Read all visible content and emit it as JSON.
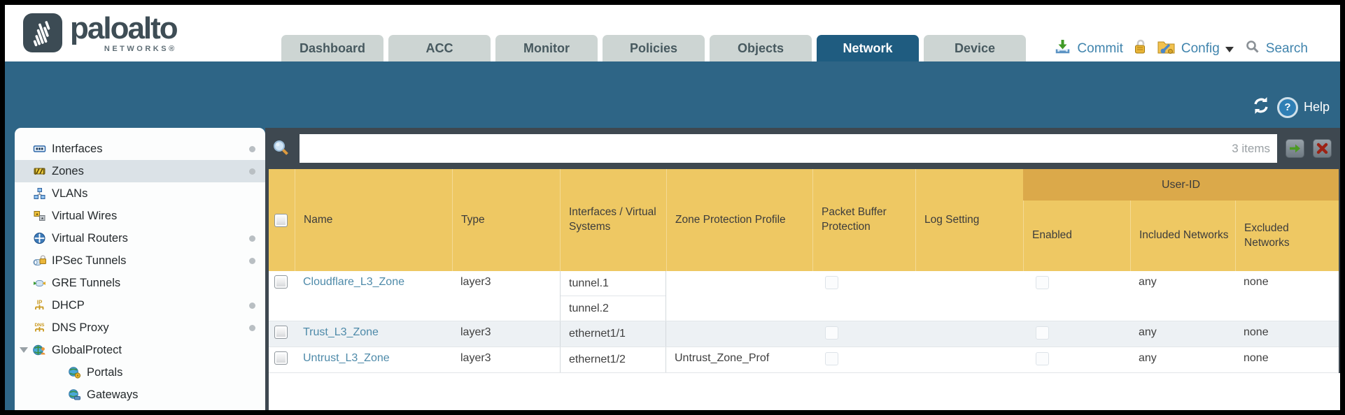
{
  "header": {
    "logo": {
      "brand": "paloalto",
      "sub": "NETWORKS®"
    },
    "tabs": [
      "Dashboard",
      "ACC",
      "Monitor",
      "Policies",
      "Objects",
      "Network",
      "Device"
    ],
    "active_tab": "Network",
    "actions": {
      "commit": "Commit",
      "config": "Config",
      "search": "Search"
    }
  },
  "toolbar": {
    "help": "Help"
  },
  "sidebar": {
    "items": [
      {
        "label": "Interfaces",
        "icon": "interfaces",
        "dot": true
      },
      {
        "label": "Zones",
        "icon": "zones",
        "dot": true,
        "selected": true
      },
      {
        "label": "VLANs",
        "icon": "vlans"
      },
      {
        "label": "Virtual Wires",
        "icon": "virtual-wires"
      },
      {
        "label": "Virtual Routers",
        "icon": "virtual-routers",
        "dot": true
      },
      {
        "label": "IPSec Tunnels",
        "icon": "ipsec-tunnels",
        "dot": true
      },
      {
        "label": "GRE Tunnels",
        "icon": "gre-tunnels"
      },
      {
        "label": "DHCP",
        "icon": "dhcp",
        "dot": true
      },
      {
        "label": "DNS Proxy",
        "icon": "dns-proxy",
        "dot": true
      },
      {
        "label": "GlobalProtect",
        "icon": "globalprotect",
        "expanded": true
      },
      {
        "label": "Portals",
        "icon": "portals",
        "child": true
      },
      {
        "label": "Gateways",
        "icon": "gateways",
        "child": true
      }
    ]
  },
  "filterbar": {
    "value": "",
    "count": "3 items"
  },
  "table": {
    "group_header": "User-ID",
    "columns": [
      "",
      "Name",
      "Type",
      "Interfaces / Virtual Systems",
      "Zone Protection Profile",
      "Packet Buffer Protection",
      "Log Setting",
      "Enabled",
      "Included Networks",
      "Excluded Networks"
    ],
    "rows": [
      {
        "name": "Cloudflare_L3_Zone",
        "type": "layer3",
        "interfaces": [
          "tunnel.1",
          "tunnel.2"
        ],
        "zone_protection_profile": "",
        "packet_buffer_protection": false,
        "log_setting": "",
        "enabled": false,
        "included_networks": "any",
        "excluded_networks": "none"
      },
      {
        "name": "Trust_L3_Zone",
        "type": "layer3",
        "interfaces": [
          "ethernet1/1"
        ],
        "zone_protection_profile": "",
        "packet_buffer_protection": false,
        "log_setting": "",
        "enabled": false,
        "included_networks": "any",
        "excluded_networks": "none"
      },
      {
        "name": "Untrust_L3_Zone",
        "type": "layer3",
        "interfaces": [
          "ethernet1/2"
        ],
        "zone_protection_profile": "Untrust_Zone_Prof",
        "packet_buffer_protection": false,
        "log_setting": "",
        "enabled": false,
        "included_networks": "any",
        "excluded_networks": "none"
      }
    ]
  },
  "colors": {
    "teal_band": "#2e6586",
    "active_tab": "#1f5c80",
    "header_amber": "#eec863",
    "group_amber": "#dba94a",
    "link_blue": "#4e8aa9",
    "action_blue": "#4084ad",
    "toolbar_slate": "#3e4850"
  }
}
